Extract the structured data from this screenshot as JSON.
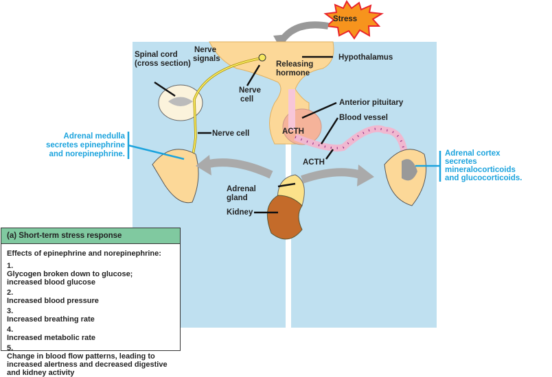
{
  "stress": "Stress",
  "labels": {
    "spinal_cord_1": "Spinal cord",
    "spinal_cord_2": "(cross section)",
    "nerve_signals_1": "Nerve",
    "nerve_signals_2": "signals",
    "nerve_cell_top_1": "Nerve",
    "nerve_cell_top_2": "cell",
    "releasing_1": "Releasing",
    "releasing_2": "hormone",
    "hypothalamus": "Hypothalamus",
    "anterior_pituitary": "Anterior pituitary",
    "blood_vessel": "Blood vessel",
    "acth_1": "ACTH",
    "acth_2": "ACTH",
    "nerve_cell": "Nerve cell",
    "adrenal_gland_1": "Adrenal",
    "adrenal_gland_2": "gland",
    "kidney": "Kidney",
    "medulla_1": "Adrenal medulla",
    "medulla_2": "secretes epinephrine",
    "medulla_3": "and norepinephrine.",
    "cortex_1": "Adrenal cortex",
    "cortex_2": "secretes",
    "cortex_3": "mineralocorticoids",
    "cortex_4": "and glucocorticoids."
  },
  "box": {
    "title": "(a) Short-term stress response",
    "subtitle": "Effects of epinephrine and norepinephrine:",
    "items": [
      {
        "n": "1.",
        "t": "Glycogen broken down to glucose; increased blood glucose"
      },
      {
        "n": "2.",
        "t": "Increased blood pressure"
      },
      {
        "n": "3.",
        "t": "Increased breathing rate"
      },
      {
        "n": "4.",
        "t": "Increased metabolic rate"
      },
      {
        "n": "5.",
        "t": "Change in blood flow patterns, leading to increased alertness and decreased digestive and kidney activity"
      }
    ]
  },
  "colors": {
    "panel": "#bfe0f0",
    "header": "#80c9a0",
    "accent": "#1ba3dd",
    "stress": "#f7941d"
  }
}
